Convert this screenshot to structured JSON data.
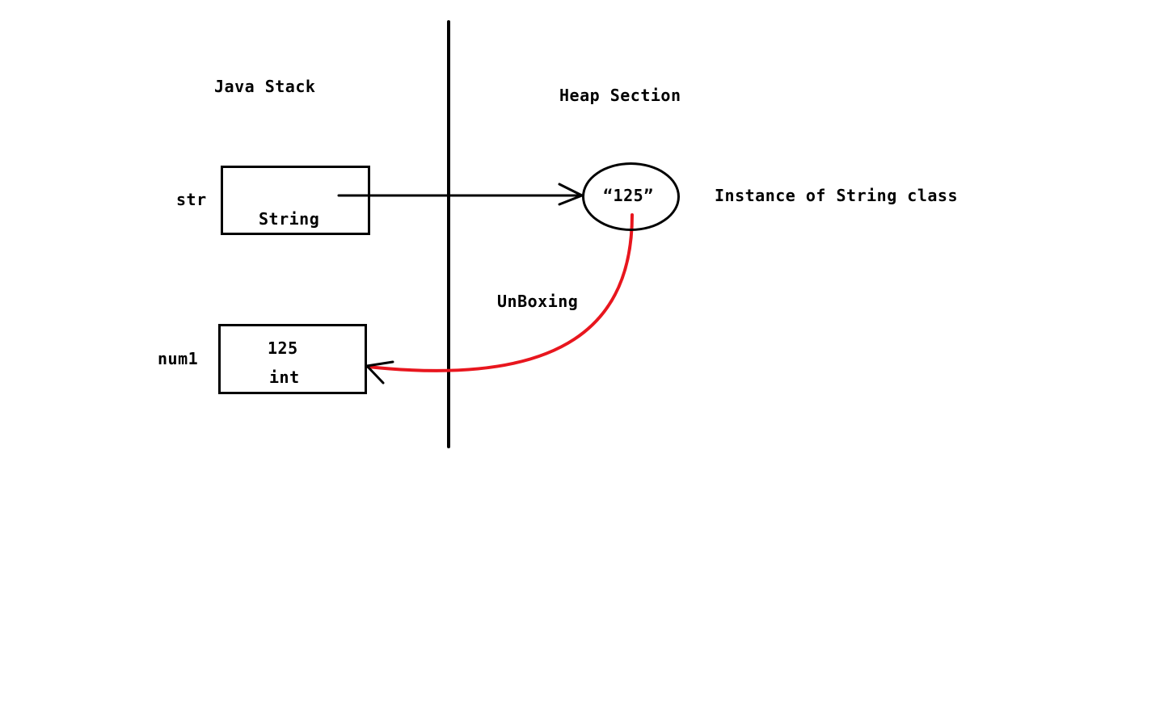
{
  "stack_section": {
    "title": "Java Stack",
    "variables": [
      {
        "name": "str",
        "type": "String",
        "value": ""
      },
      {
        "name": "num1",
        "type": "int",
        "value": "125"
      }
    ]
  },
  "heap_section": {
    "title": "Heap Section",
    "object": {
      "value": "“125”",
      "description": "Instance of String class"
    }
  },
  "arrows": {
    "reference": {
      "from": "str",
      "to": "heap-object",
      "color": "#000000"
    },
    "unboxing": {
      "label": "UnBoxing",
      "from": "heap-object",
      "to": "num1",
      "color": "#e8161e"
    }
  },
  "divider": {
    "color": "#000000"
  }
}
